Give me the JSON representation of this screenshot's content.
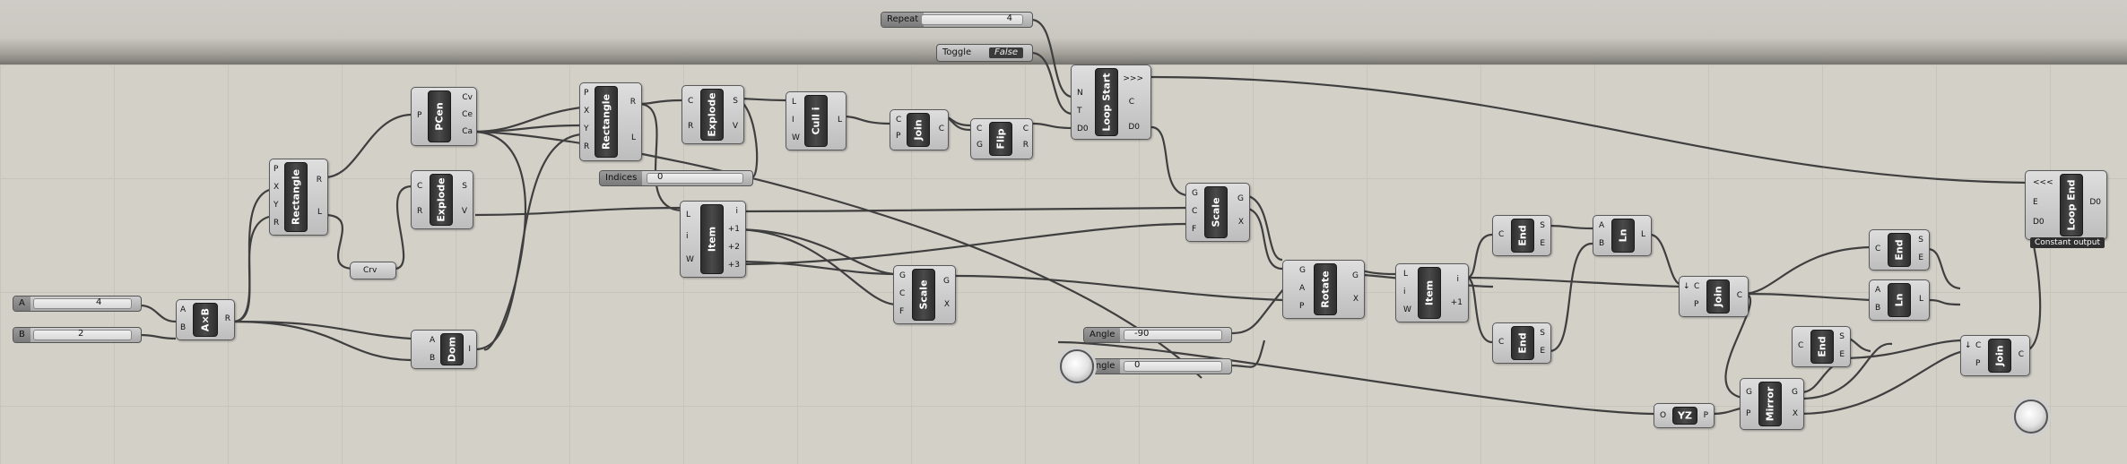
{
  "params": {
    "repeat": {
      "label": "Repeat",
      "value": "4"
    },
    "toggle": {
      "label": "Toggle",
      "value": "False"
    },
    "a": {
      "label": "A",
      "value": "4"
    },
    "b": {
      "label": "B",
      "value": "2"
    },
    "indices": {
      "label": "Indices",
      "value": "0"
    },
    "angle1": {
      "label": "Angle",
      "value": "-90"
    },
    "angle2": {
      "label": "Angle",
      "value": "0"
    }
  },
  "components": [
    {
      "id": "multiply",
      "title": "A×B",
      "inputs": [
        "A",
        "B"
      ],
      "outputs": [
        "R"
      ]
    },
    {
      "id": "rectangle1",
      "title": "Rectangle",
      "inputs": [
        "P",
        "X",
        "Y",
        "R"
      ],
      "outputs": [
        "R",
        "L"
      ]
    },
    {
      "id": "crv",
      "title": "Crv",
      "inputs": [],
      "outputs": []
    },
    {
      "id": "pcen",
      "title": "PCen",
      "inputs": [
        "P"
      ],
      "outputs": [
        "Cv",
        "Ce",
        "Ca"
      ]
    },
    {
      "id": "explode1",
      "title": "Explode",
      "inputs": [
        "C",
        "R"
      ],
      "outputs": [
        "S",
        "V"
      ]
    },
    {
      "id": "dom",
      "title": "Dom",
      "inputs": [
        "A",
        "B"
      ],
      "outputs": [
        "I"
      ]
    },
    {
      "id": "rectangle2",
      "title": "Rectangle",
      "inputs": [
        "P",
        "X",
        "Y",
        "R"
      ],
      "outputs": [
        "R",
        "L"
      ]
    },
    {
      "id": "explode2",
      "title": "Explode",
      "inputs": [
        "C",
        "R"
      ],
      "outputs": [
        "S",
        "V"
      ]
    },
    {
      "id": "cull",
      "title": "Cull i",
      "inputs": [
        "L",
        "I",
        "W"
      ],
      "outputs": [
        "L"
      ]
    },
    {
      "id": "join1",
      "title": "Join",
      "inputs": [
        "C",
        "P"
      ],
      "outputs": [
        "C"
      ]
    },
    {
      "id": "flip",
      "title": "Flip",
      "inputs": [
        "C",
        "G"
      ],
      "outputs": [
        "C",
        "R"
      ]
    },
    {
      "id": "loopstart",
      "title": "Loop Start",
      "inputs": [
        "N",
        "T",
        "D0"
      ],
      "outputs": [
        ">>>",
        "C",
        "D0"
      ]
    },
    {
      "id": "item1",
      "title": "Item",
      "inputs": [
        "L",
        "i",
        "W"
      ],
      "outputs": [
        "i",
        "+1",
        "+2",
        "+3"
      ]
    },
    {
      "id": "scale1",
      "title": "Scale",
      "inputs": [
        "G",
        "C",
        "F"
      ],
      "outputs": [
        "G",
        "X"
      ]
    },
    {
      "id": "scale2",
      "title": "Scale",
      "inputs": [
        "G",
        "C",
        "F"
      ],
      "outputs": [
        "G",
        "X"
      ]
    },
    {
      "id": "rotate",
      "title": "Rotate",
      "inputs": [
        "G",
        "A",
        "P"
      ],
      "outputs": [
        "G",
        "X"
      ]
    },
    {
      "id": "item2",
      "title": "Item",
      "inputs": [
        "L",
        "i",
        "W"
      ],
      "outputs": [
        "i",
        "+1"
      ]
    },
    {
      "id": "end1",
      "title": "End",
      "inputs": [
        "C"
      ],
      "outputs": [
        "S",
        "E"
      ]
    },
    {
      "id": "end2",
      "title": "End",
      "inputs": [
        "C"
      ],
      "outputs": [
        "S",
        "E"
      ]
    },
    {
      "id": "ln1",
      "title": "Ln",
      "inputs": [
        "A",
        "B"
      ],
      "outputs": [
        "L"
      ]
    },
    {
      "id": "join2",
      "title": "Join",
      "inputs": [
        "C",
        "P"
      ],
      "outputs": [
        "C"
      ]
    },
    {
      "id": "yz",
      "title": "YZ",
      "inputs": [
        "O"
      ],
      "outputs": [
        "P"
      ]
    },
    {
      "id": "mirror",
      "title": "Mirror",
      "inputs": [
        "G",
        "P"
      ],
      "outputs": [
        "G",
        "X"
      ]
    },
    {
      "id": "end3",
      "title": "End",
      "inputs": [
        "C"
      ],
      "outputs": [
        "S",
        "E"
      ]
    },
    {
      "id": "end4",
      "title": "End",
      "inputs": [
        "C"
      ],
      "outputs": [
        "S",
        "E"
      ]
    },
    {
      "id": "ln2",
      "title": "Ln",
      "inputs": [
        "A",
        "B"
      ],
      "outputs": [
        "L"
      ]
    },
    {
      "id": "join3",
      "title": "Join",
      "inputs": [
        "C",
        "P"
      ],
      "outputs": [
        "C"
      ]
    },
    {
      "id": "loopend",
      "title": "Loop End",
      "inputs": [
        "<<<",
        "E",
        "D0"
      ],
      "outputs": [
        "D0"
      ]
    }
  ],
  "loopend_tag": "Constant output",
  "icons": {
    "dial": "rotation-dial-icon"
  },
  "colors": {
    "canvas": "#d3d0c8",
    "wire": "#3f3f3f",
    "component_body": "#c9c9c9",
    "capsule": "#333333"
  }
}
